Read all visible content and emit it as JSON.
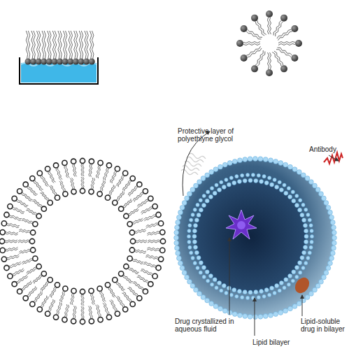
{
  "diagram": {
    "labels": [
      "Protective layer of polyethlyne glycol",
      "Antibody",
      "Drug crystallized in aqueous fluid",
      "Lipid bilayer",
      "Lipid-soluble drug in bilayer"
    ]
  }
}
